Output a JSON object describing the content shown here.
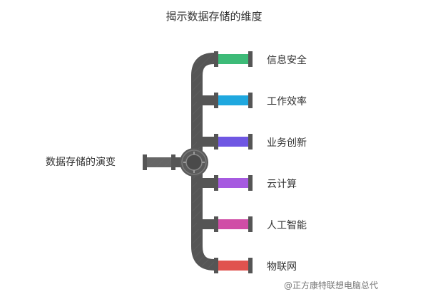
{
  "title": "揭示数据存储的维度",
  "root": {
    "label": "数据存储的演变"
  },
  "branches": [
    {
      "label": "信息安全",
      "color": "#3dbb78"
    },
    {
      "label": "工作效率",
      "color": "#1fa8df"
    },
    {
      "label": "业务创新",
      "color": "#6f57e3"
    },
    {
      "label": "云计算",
      "color": "#a65ae0"
    },
    {
      "label": "人工智能",
      "color": "#d04da6"
    },
    {
      "label": "物联网",
      "color": "#e0524e"
    }
  ],
  "watermark": "@正方康特联想电脑总代"
}
